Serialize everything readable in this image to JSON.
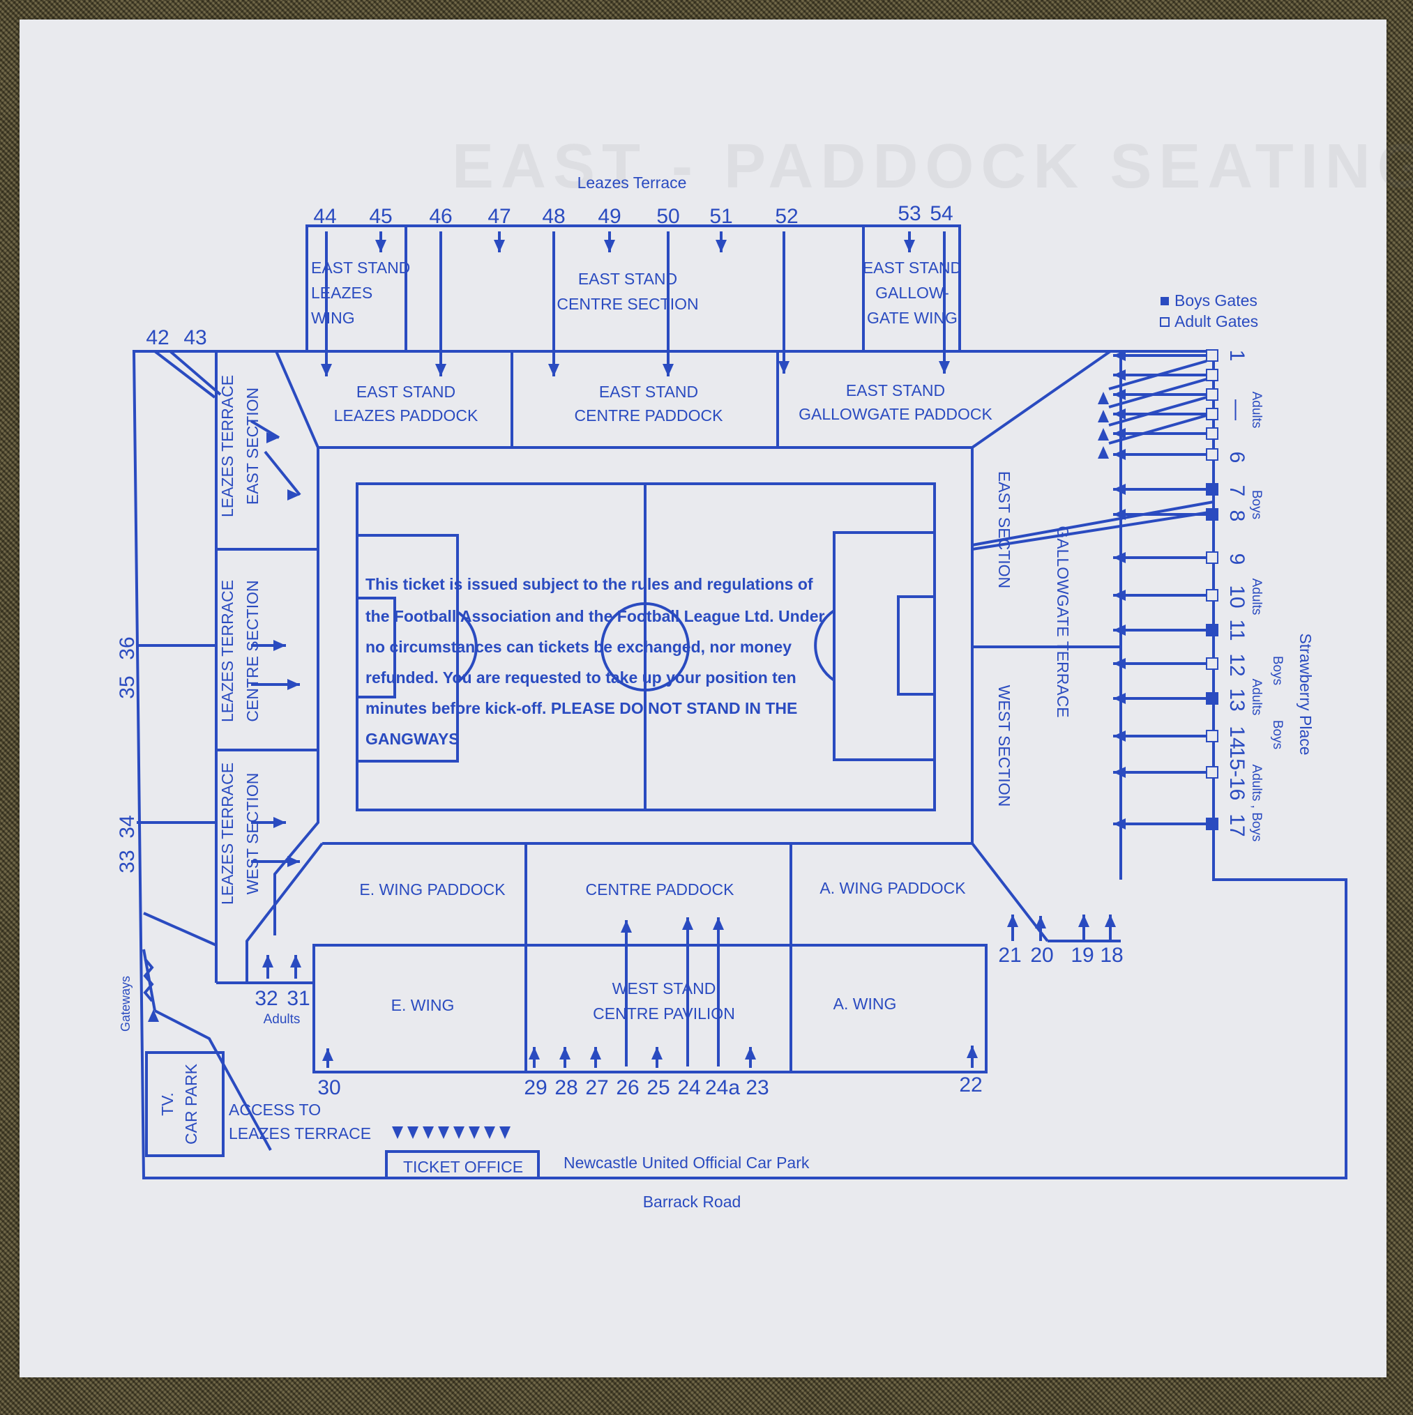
{
  "colors": {
    "ink": "#2a4bc0",
    "paper": "#e9eaee",
    "background": "#5e5638"
  },
  "roads": {
    "top": "Leazes Terrace",
    "bottom": "Barrack Road",
    "right": "Strawberry Place"
  },
  "legend": {
    "boys": "Boys Gates",
    "adult": "Adult Gates"
  },
  "sections": {
    "es_leazes_wing": [
      "EAST STAND",
      "LEAZES",
      "WING"
    ],
    "es_centre": [
      "EAST STAND",
      "CENTRE SECTION"
    ],
    "es_gallow_wing": [
      "EAST STAND",
      "GALLOW-",
      "GATE WING"
    ],
    "es_leazes_paddock": [
      "EAST STAND",
      "LEAZES PADDOCK"
    ],
    "es_centre_paddock": [
      "EAST STAND",
      "CENTRE PADDOCK"
    ],
    "es_gallow_paddock": [
      "EAST STAND",
      "GALLOWGATE PADDOCK"
    ],
    "lt_east": [
      "LEAZES TERRACE",
      "EAST SECTION"
    ],
    "lt_centre": [
      "LEAZES TERRACE",
      "CENTRE SECTION"
    ],
    "lt_west": [
      "LEAZES TERRACE",
      "WEST SECTION"
    ],
    "gt_east": "EAST SECTION",
    "gt_west": "WEST SECTION",
    "gt_name": "GALLOWGATE TERRACE",
    "e_wing_paddock": "E. WING PADDOCK",
    "centre_paddock": "CENTRE PADDOCK",
    "a_wing_paddock": "A. WING PADDOCK",
    "e_wing": "E. WING",
    "ws_pavilion": [
      "WEST STAND",
      "CENTRE PAVILION"
    ],
    "a_wing": "A. WING",
    "tv_car_park": [
      "TV.",
      "CAR PARK"
    ],
    "access": [
      "ACCESS TO",
      "LEAZES TERRACE"
    ],
    "ticket_office": "TICKET OFFICE",
    "official_car_park": "Newcastle United Official Car Park",
    "gateways": "Gateways"
  },
  "notice": [
    "This ticket is issued subject to the rules and regulations of",
    "the Football Association and the Football League Ltd. Under",
    "no circumstances can tickets be exchanged, nor money",
    "refunded. You are requested to take up your position ten",
    "minutes before kick-off. PLEASE DO NOT STAND IN THE",
    "GANGWAYS"
  ],
  "gates": {
    "top": [
      "44",
      "45",
      "46",
      "47",
      "48",
      "49",
      "50",
      "51",
      "52",
      "53",
      "54"
    ],
    "top_left": [
      "42",
      "43"
    ],
    "left": [
      "36",
      "35",
      "34",
      "33"
    ],
    "bottom": [
      "30",
      "29",
      "28",
      "27",
      "26",
      "25",
      "24",
      "24a",
      "23",
      "22"
    ],
    "bottom_left": [
      "32",
      "31"
    ],
    "bottom_left_caption": "Adults",
    "bottom_right": [
      "21",
      "20",
      "19",
      "18"
    ],
    "right": [
      "1",
      "—",
      "6",
      "7",
      "8",
      "9",
      "10",
      "11",
      "12",
      "13",
      "14",
      "15-16",
      "17"
    ],
    "right_captions": [
      "Adults",
      "Boys",
      "Adults",
      "Boys",
      "Adults",
      "Boys",
      "Adults , Boys"
    ]
  },
  "ghost_text": "EAST - PADDOCK SEATING"
}
